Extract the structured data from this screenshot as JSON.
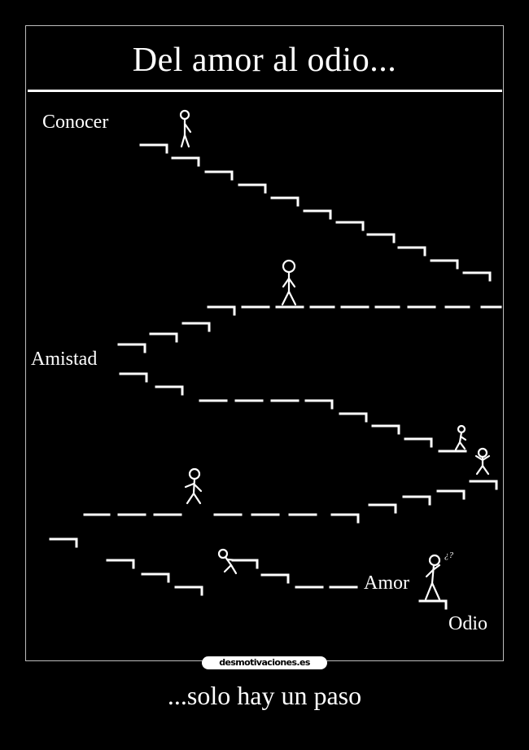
{
  "poster": {
    "title": "Del amor al odio...",
    "caption": "...solo hay un paso",
    "site": "desmotivaciones.es"
  },
  "stages": {
    "conocer": "Conocer",
    "amistad": "Amistad",
    "amor": "Amor",
    "odio": "Odio"
  },
  "question_mark": "¿?",
  "colors": {
    "background": "#000000",
    "foreground": "#ffffff"
  },
  "icons": [
    "stick-figure-icon",
    "stair-step-icon"
  ]
}
